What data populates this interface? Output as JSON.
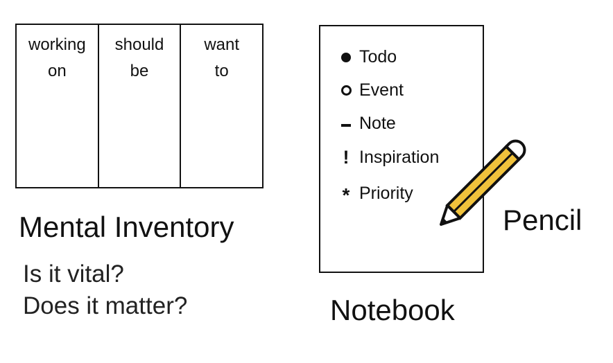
{
  "inventory": {
    "columns": [
      {
        "line1": "working",
        "line2": "on"
      },
      {
        "line1": "should",
        "line2": "be"
      },
      {
        "line1": "want",
        "line2": "to"
      }
    ],
    "title": "Mental Inventory",
    "questions": [
      "Is it vital?",
      "Does it matter?"
    ]
  },
  "notebook": {
    "title": "Notebook",
    "legend": [
      {
        "symbol": "filled-dot-icon",
        "label": "Todo"
      },
      {
        "symbol": "open-dot-icon",
        "label": "Event"
      },
      {
        "symbol": "dash-icon",
        "label": "Note"
      },
      {
        "symbol": "exclamation-icon",
        "label": "Inspiration"
      },
      {
        "symbol": "asterisk-icon",
        "label": "Priority"
      }
    ]
  },
  "pencil": {
    "label": "Pencil",
    "colors": {
      "body": "#F0C23C",
      "outline": "#111111",
      "tip": "#ffffff"
    }
  }
}
